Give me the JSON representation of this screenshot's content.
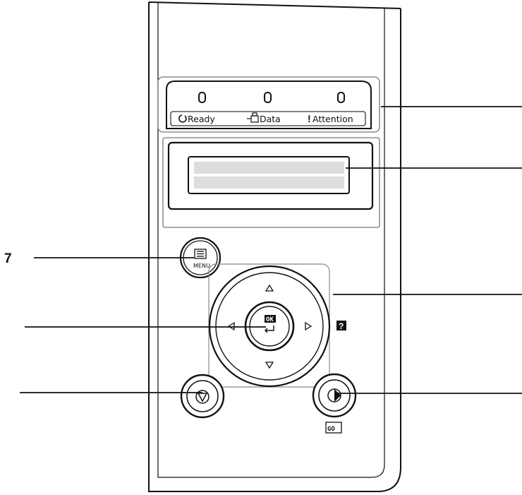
{
  "callouts": {
    "menu_number": "7"
  },
  "indicators": [
    {
      "label": "Ready"
    },
    {
      "label": "Data"
    },
    {
      "label": "Attention"
    }
  ],
  "buttons": {
    "menu_label": "MENU",
    "ok_label": "OK",
    "go_label": "GO",
    "help_label": "?"
  }
}
